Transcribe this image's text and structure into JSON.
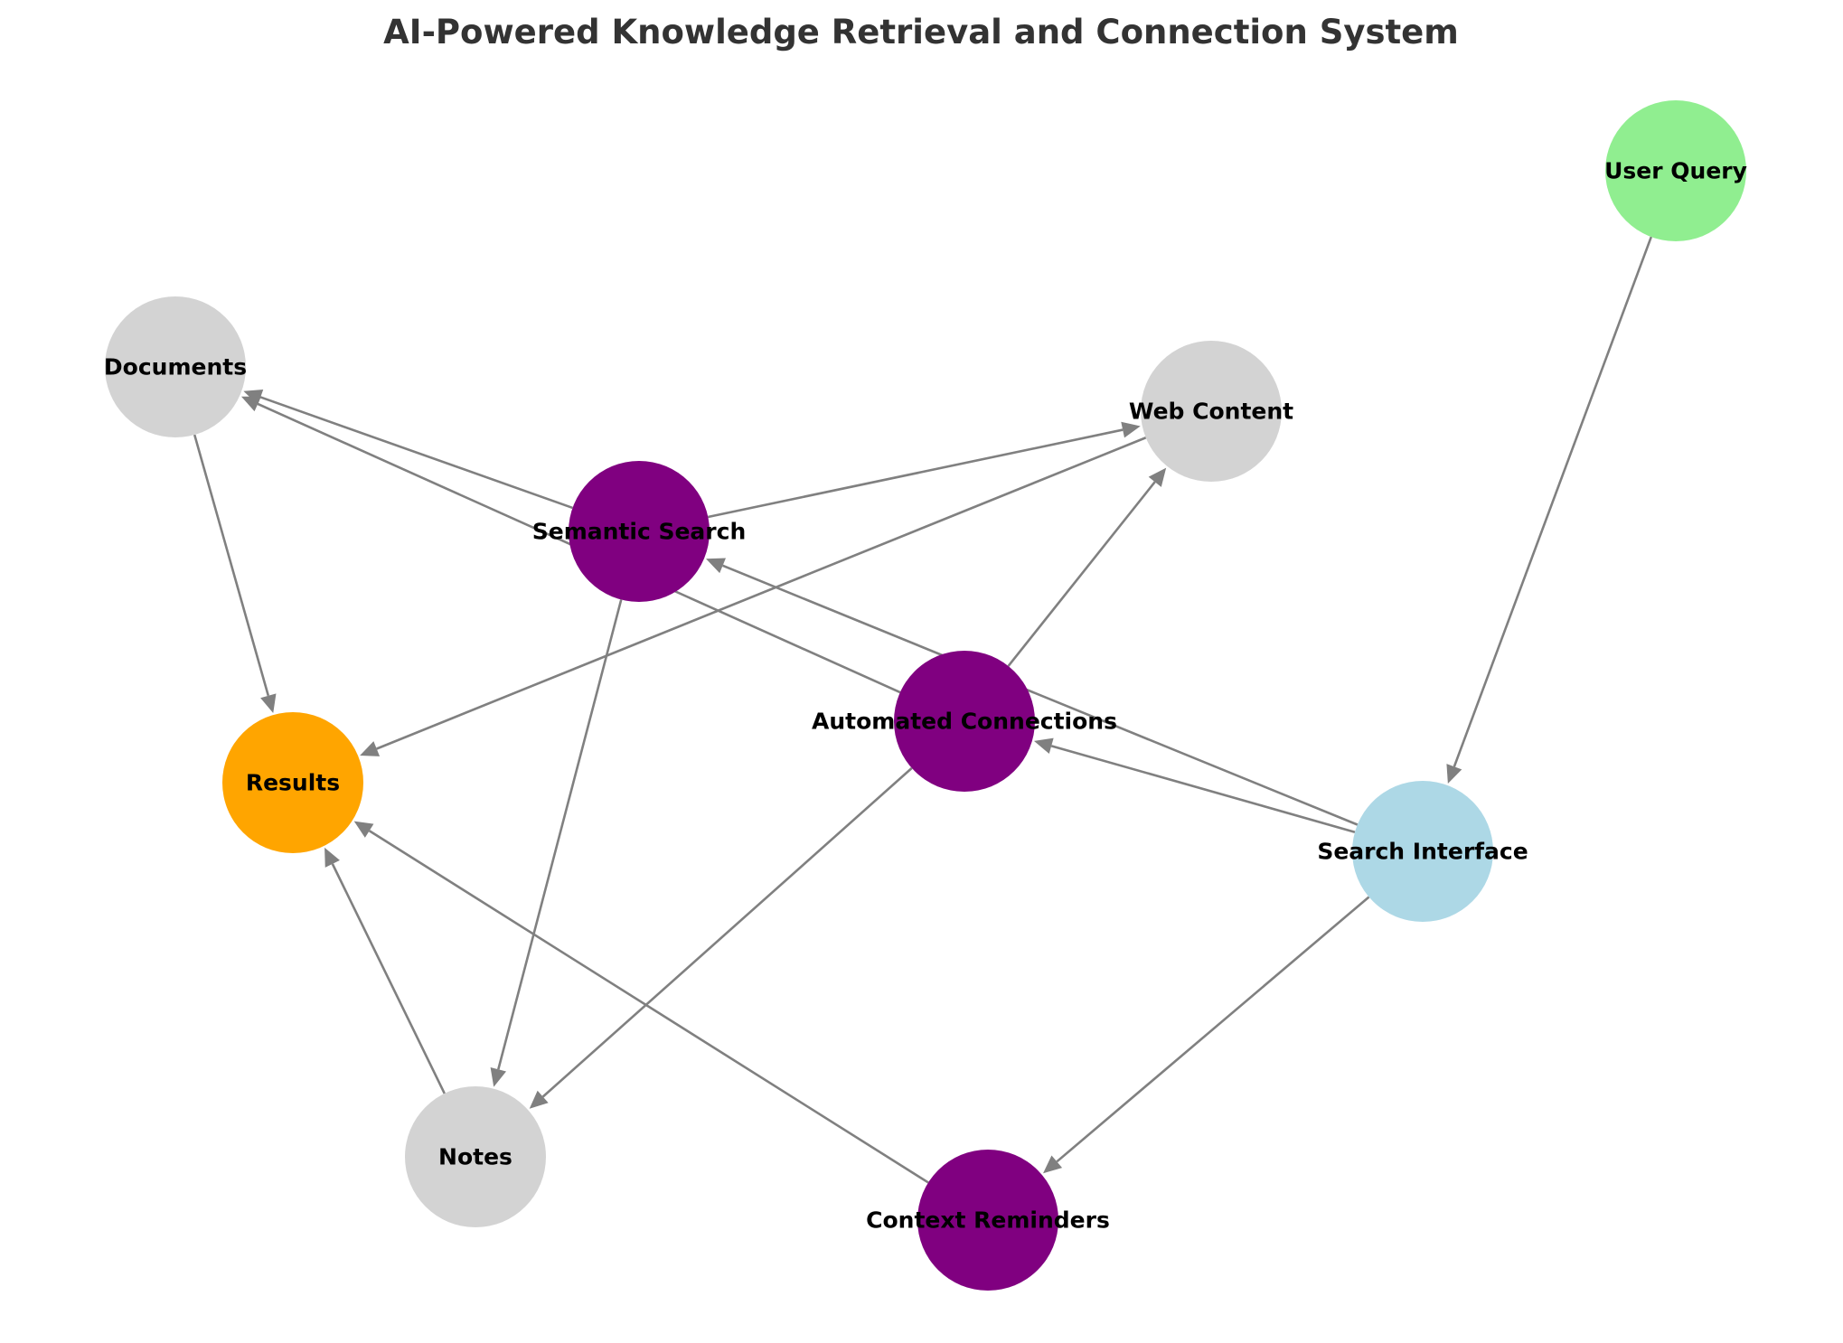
{
  "title": "AI-Powered Knowledge Retrieval and Connection System",
  "colors": {
    "source": "#90EE90",
    "interface": "#ADD8E6",
    "process": "#800080",
    "content": "#D3D3D3",
    "output": "#FFA500",
    "edge": "#808080"
  },
  "nodes": [
    {
      "id": "user_query",
      "label": "User Query",
      "category": "source"
    },
    {
      "id": "search_interface",
      "label": "Search Interface",
      "category": "interface"
    },
    {
      "id": "semantic_search",
      "label": "Semantic Search",
      "category": "process"
    },
    {
      "id": "automated_connections",
      "label": "Automated Connections",
      "category": "process"
    },
    {
      "id": "context_reminders",
      "label": "Context Reminders",
      "category": "process"
    },
    {
      "id": "documents",
      "label": "Documents",
      "category": "content"
    },
    {
      "id": "web_content",
      "label": "Web Content",
      "category": "content"
    },
    {
      "id": "notes",
      "label": "Notes",
      "category": "content"
    },
    {
      "id": "results",
      "label": "Results",
      "category": "output"
    }
  ],
  "edges": [
    {
      "from": "user_query",
      "to": "search_interface"
    },
    {
      "from": "search_interface",
      "to": "semantic_search"
    },
    {
      "from": "search_interface",
      "to": "automated_connections"
    },
    {
      "from": "search_interface",
      "to": "context_reminders"
    },
    {
      "from": "semantic_search",
      "to": "documents"
    },
    {
      "from": "semantic_search",
      "to": "web_content"
    },
    {
      "from": "semantic_search",
      "to": "notes"
    },
    {
      "from": "automated_connections",
      "to": "documents"
    },
    {
      "from": "automated_connections",
      "to": "web_content"
    },
    {
      "from": "automated_connections",
      "to": "notes"
    },
    {
      "from": "documents",
      "to": "results"
    },
    {
      "from": "web_content",
      "to": "results"
    },
    {
      "from": "notes",
      "to": "results"
    },
    {
      "from": "context_reminders",
      "to": "results"
    }
  ]
}
